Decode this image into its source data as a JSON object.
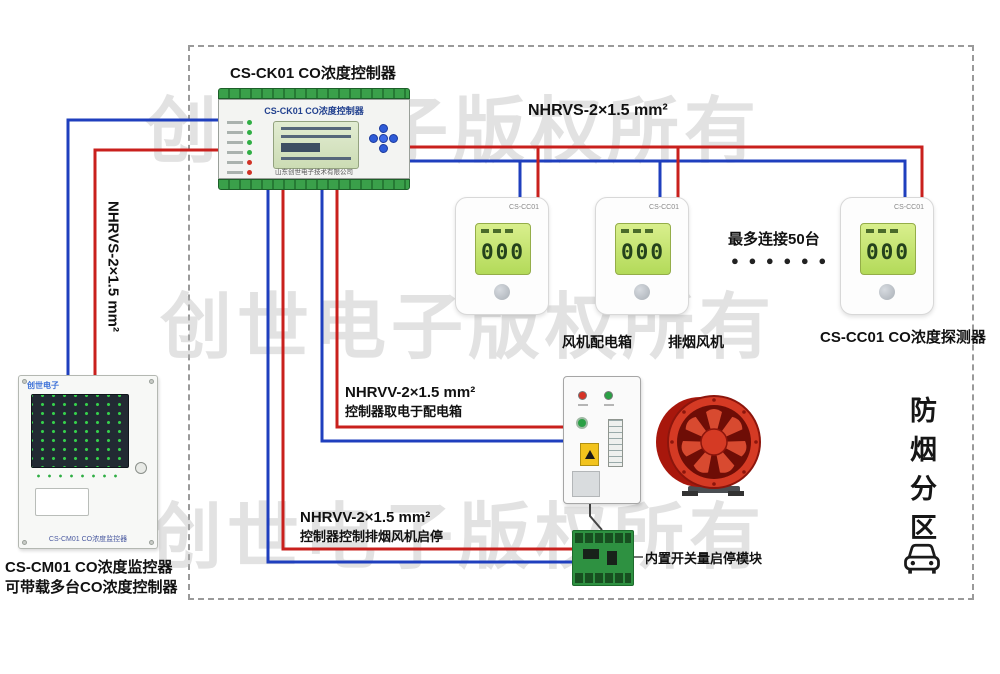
{
  "watermark": {
    "text": "创世电子版权所有"
  },
  "controller": {
    "title": "CS-CK01 CO浓度控制器",
    "device_label": "CS-CK01 CO浓度控制器",
    "company": "山东创世电子技术有限公司"
  },
  "monitor": {
    "brand": "创世电子",
    "panel_label": "CS-CM01 CO浓度监控器",
    "caption_line1": "CS-CM01 CO浓度监控器",
    "caption_line2": "可带载多台CO浓度控制器"
  },
  "detectors": {
    "model": "CS-CC01",
    "lcd_value": "000",
    "caption": "CS-CC01 CO浓度探测器",
    "max_connect_note": "最多连接50台",
    "ellipsis_dots": "● ● ● ● ● ●"
  },
  "cables": {
    "bus_top_label": "NHRVS-2×1.5 mm²",
    "bus_left_label": "NHRVS-2×1.5 mm²",
    "power_label_line1": "NHRVV-2×1.5 mm²",
    "power_label_line2": "控制器取电于配电箱",
    "control_label_line1": "NHRVV-2×1.5 mm²",
    "control_label_line2": "控制器控制排烟风机启停"
  },
  "equipment": {
    "distribution_box_label": "风机配电箱",
    "fan_label": "排烟风机",
    "module_label": "内置开关量启停模块"
  },
  "zone": {
    "label": "防烟分区"
  },
  "colors": {
    "wire_red": "#c9201d",
    "wire_blue": "#1f3fbe",
    "fan_red": "#d53a24",
    "lcd_green": "#cbe97f"
  }
}
